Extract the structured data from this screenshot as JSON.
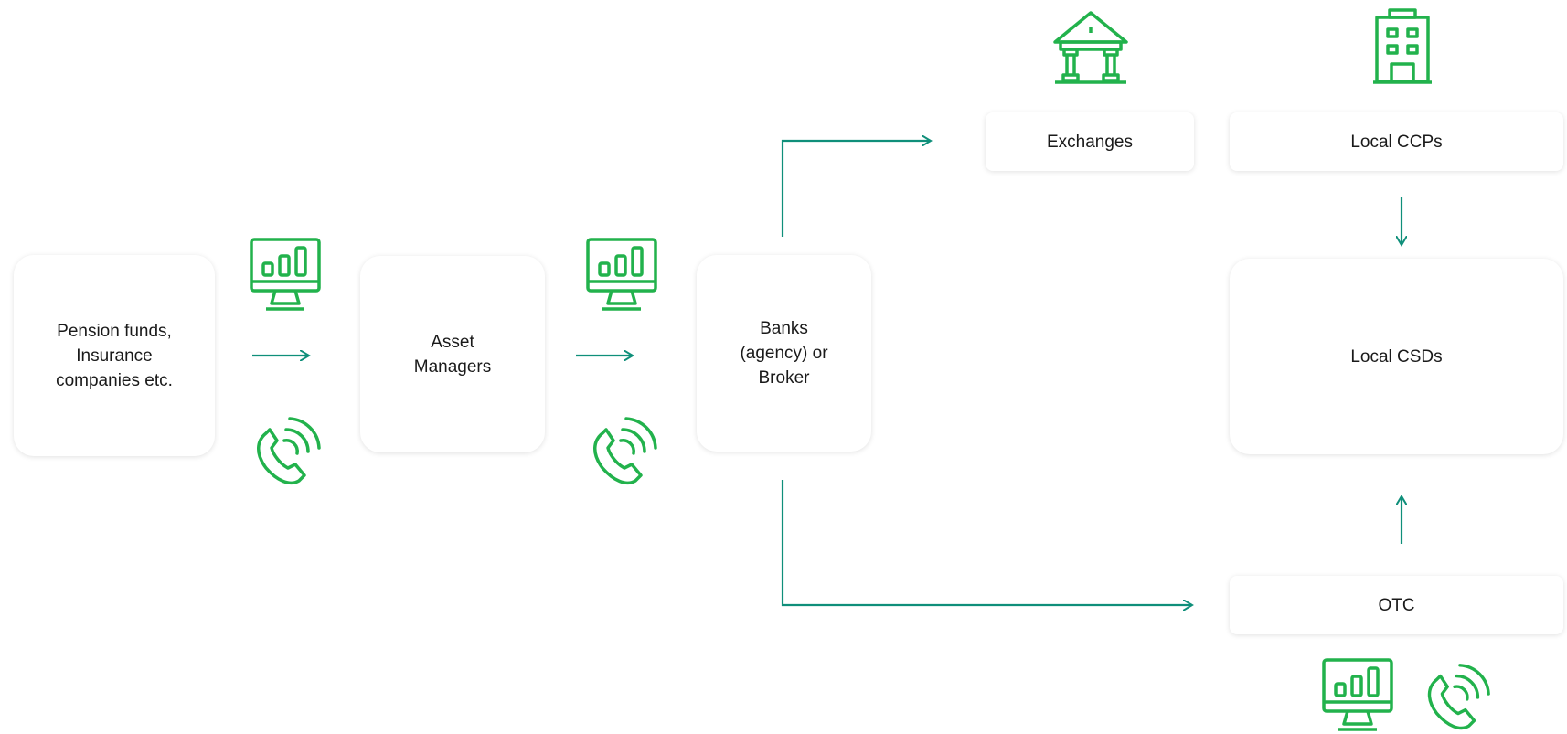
{
  "nodes": {
    "pension": {
      "label": "Pension funds,\nInsurance\ncompanies  etc."
    },
    "asset_managers": {
      "label": "Asset\nManagers"
    },
    "banks": {
      "label": "Banks\n(agency) or\nBroker"
    },
    "exchanges": {
      "label": "Exchanges"
    },
    "local_ccps": {
      "label": "Local CCPs"
    },
    "local_csds": {
      "label": "Local CSDs"
    },
    "otc": {
      "label": "OTC"
    }
  },
  "colors": {
    "icon_green": "#22b24c",
    "arrow_teal": "#0f8f7a"
  },
  "icons": [
    "monitor-chart-icon",
    "phone-icon",
    "bank-building-icon",
    "office-building-icon"
  ]
}
